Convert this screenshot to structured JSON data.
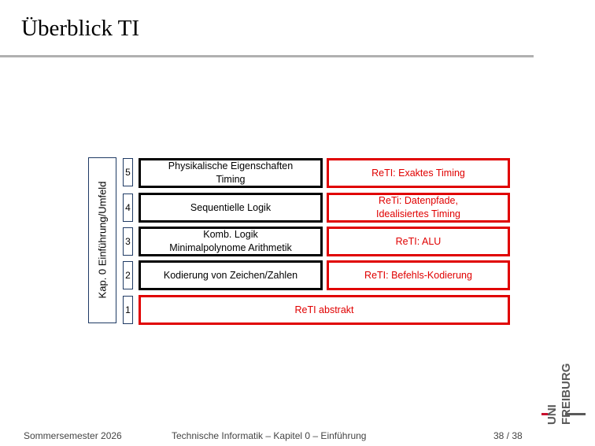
{
  "slide": {
    "title": "Überblick TI",
    "side_label": "Kap. 0  Einführung/Umfeld"
  },
  "layers": [
    {
      "num": "5",
      "left": [
        "Physikalische Eigenschaften",
        "Timing"
      ],
      "right": [
        "ReTI: Exaktes Timing"
      ]
    },
    {
      "num": "4",
      "left": [
        "Sequentielle Logik"
      ],
      "right": [
        "ReTi: Datenpfade,",
        "Idealisiertes Timing"
      ]
    },
    {
      "num": "3",
      "left": [
        "Komb. Logik",
        "Minimalpolynome Arithmetik"
      ],
      "right": [
        "ReTI: ALU"
      ]
    },
    {
      "num": "2",
      "left": [
        "Kodierung von Zeichen/Zahlen"
      ],
      "right": [
        "ReTI: Befehls-Kodierung"
      ]
    },
    {
      "num": "1",
      "full": "ReTI abstrakt"
    }
  ],
  "colors": {
    "black_box": "#000000",
    "red_box": "#e00000",
    "number_border": "#1f3a64",
    "rule": "#b0b0b0"
  },
  "footer": {
    "left": "Sommersemester 2026",
    "center": "Technische Informatik – Kapitel 0 – Einführung",
    "page": "38 / 38"
  },
  "logo": {
    "line1": "UNI",
    "line2": "FREIBURG"
  }
}
